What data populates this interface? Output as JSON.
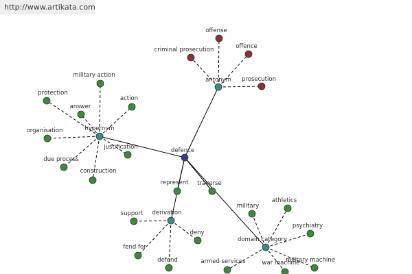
{
  "header": {
    "url": "http://www.artikata.com"
  },
  "colors": {
    "center": "#3a3a8a",
    "relation": "#3e8a8a",
    "green": "#3d8a3d",
    "red": "#8a3232",
    "edge": "#000000"
  },
  "graph": {
    "center": "defence",
    "relations": [
      {
        "name": "hypernym",
        "words": [
          "military action",
          "protection",
          "action",
          "answer",
          "organisation",
          "justification",
          "due process",
          "construction"
        ]
      },
      {
        "name": "antonym",
        "words": [
          "offense",
          "criminal prosecution",
          "offence",
          "prosecution"
        ]
      },
      {
        "name": "derivation",
        "words": [
          "support",
          "deny",
          "fend for",
          "defend"
        ]
      },
      {
        "name": "domain category",
        "words": [
          "military",
          "athletics",
          "psychiatry",
          "military machine",
          "armed services",
          "war machine"
        ]
      },
      {
        "name": "represent",
        "words": []
      },
      {
        "name": "traverse",
        "words": []
      }
    ]
  }
}
